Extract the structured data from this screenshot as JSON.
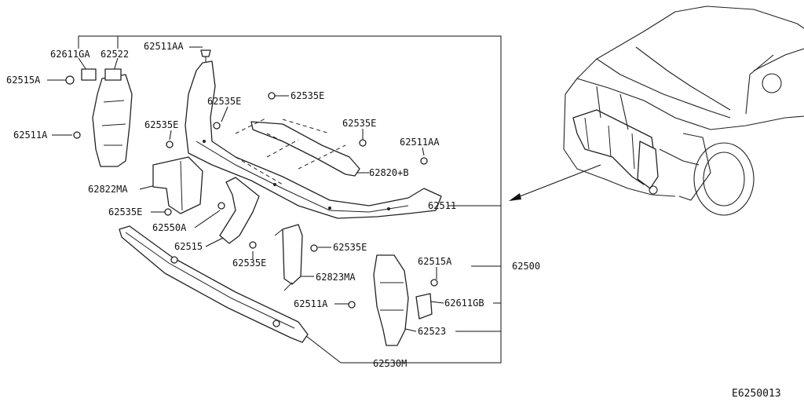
{
  "diagram": {
    "code": "E6250013",
    "labels": {
      "p62611GA": "62611GA",
      "p62522": "62522",
      "p62515A_l": "62515A",
      "p62511AA_t": "62511AA",
      "p62535E_1": "62535E",
      "p62535E_2": "62535E",
      "p62535E_3": "62535E",
      "p62535E_4": "62535E",
      "p62511A_l": "62511A",
      "p62511AA_r": "62511AA",
      "p62820B": "62820+B",
      "p62822MA": "62822MA",
      "p62511": "62511",
      "p62535E_5": "62535E",
      "p62550A": "62550A",
      "p62515": "62515",
      "p62535E_6": "62535E",
      "p62535E_7": "62535E",
      "p62823MA": "62823MA",
      "p62515A_r": "62515A",
      "p62500": "62500",
      "p62511A_b": "62511A",
      "p62611GB": "62611GB",
      "p62523": "62523",
      "p62530M": "62530M"
    }
  }
}
